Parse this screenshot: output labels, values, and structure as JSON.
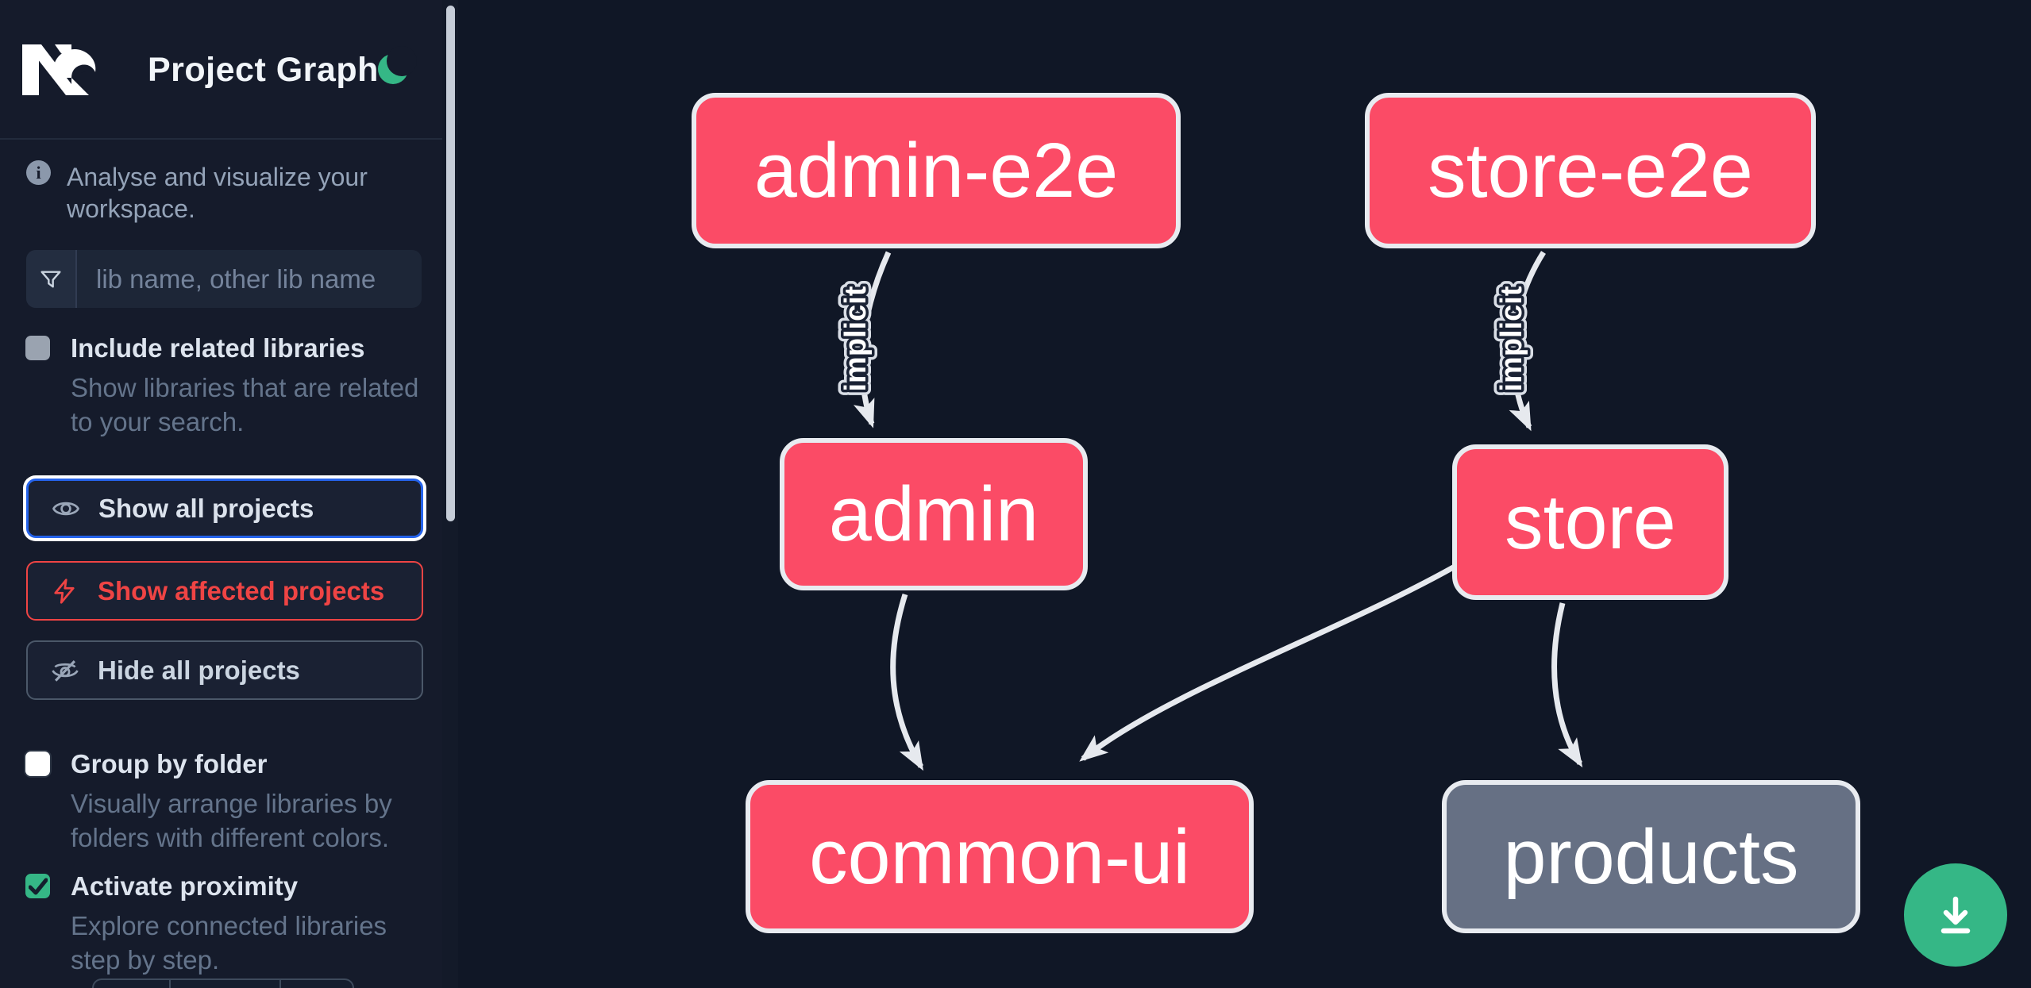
{
  "app": {
    "title": "Project Graph",
    "tagline": "Analyse and visualize your workspace."
  },
  "theme": {
    "accent_green": "#35b786",
    "affected_pink": "#fb4b66",
    "node_gray": "#667084",
    "focus_blue": "#2563eb",
    "danger_red": "#ef4444",
    "edge_gray": "#e6e9ee"
  },
  "search": {
    "placeholder": "lib name, other lib name",
    "value": ""
  },
  "options": [
    {
      "id": "include-related",
      "label": "Include related libraries",
      "desc": "Show libraries that are related to your search.",
      "checked": false,
      "disabled": true
    },
    {
      "id": "group-by-folder",
      "label": "Group by folder",
      "desc": "Visually arrange libraries by folders with different colors.",
      "checked": false,
      "disabled": false
    },
    {
      "id": "activate-proximity",
      "label": "Activate proximity",
      "desc": "Explore connected libraries step by step.",
      "checked": true,
      "disabled": false
    }
  ],
  "actions": [
    {
      "id": "show-all",
      "label": "Show all projects",
      "icon": "eye-icon",
      "state": "focused"
    },
    {
      "id": "show-affected",
      "label": "Show affected projects",
      "icon": "bolt-icon",
      "state": "affected"
    },
    {
      "id": "hide-all",
      "label": "Hide all projects",
      "icon": "eye-off-icon",
      "state": "default"
    }
  ],
  "graph": {
    "nodes": [
      {
        "id": "admin-e2e",
        "label": "admin-e2e",
        "type": "affected"
      },
      {
        "id": "store-e2e",
        "label": "store-e2e",
        "type": "affected"
      },
      {
        "id": "admin",
        "label": "admin",
        "type": "affected"
      },
      {
        "id": "store",
        "label": "store",
        "type": "affected"
      },
      {
        "id": "common-ui",
        "label": "common-ui",
        "type": "affected"
      },
      {
        "id": "products",
        "label": "products",
        "type": "normal"
      }
    ],
    "edges": [
      {
        "from": "admin-e2e",
        "to": "admin",
        "label": "implicit"
      },
      {
        "from": "store-e2e",
        "to": "store",
        "label": "implicit"
      },
      {
        "from": "admin",
        "to": "common-ui",
        "label": ""
      },
      {
        "from": "store",
        "to": "common-ui",
        "label": ""
      },
      {
        "from": "store",
        "to": "products",
        "label": ""
      }
    ]
  },
  "fab": {
    "icon": "download-icon"
  }
}
